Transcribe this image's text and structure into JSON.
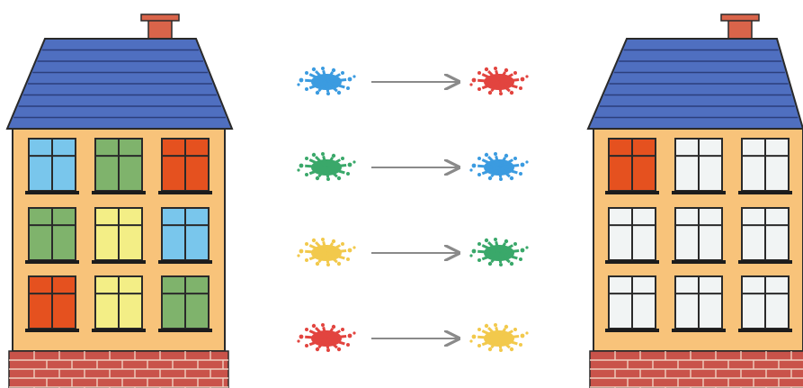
{
  "colors": {
    "roof": "#4f6fc0",
    "roof_line": "#2c3f7c",
    "wall": "#f8c37a",
    "chimney": "#d9644a",
    "brick": "#c9534a",
    "mortar": "#f0d0c0",
    "frame": "#2a2a2a",
    "sill": "#1c1c1c",
    "arrow": "#8a8a8a",
    "paint": {
      "blue": "#3b9be0",
      "green": "#3aa86a",
      "yellow": "#f2c94c",
      "red": "#e2443f",
      "orange": "#e5511f",
      "white": "#f4f6f6"
    },
    "window": {
      "blue": "#79c6ec",
      "green": "#7fb36c",
      "yellow": "#f3ee86",
      "red": "#e5511f",
      "white": "#f1f4f4"
    }
  },
  "left_house": {
    "windows": [
      [
        "blue",
        "green",
        "red"
      ],
      [
        "green",
        "yellow",
        "blue"
      ],
      [
        "red",
        "yellow",
        "green"
      ]
    ]
  },
  "right_house": {
    "windows": [
      [
        "red",
        "white",
        "white"
      ],
      [
        "white",
        "white",
        "white"
      ],
      [
        "white",
        "white",
        "white"
      ]
    ]
  },
  "color_rules": [
    {
      "from": "blue",
      "to": "red"
    },
    {
      "from": "green",
      "to": "blue"
    },
    {
      "from": "yellow",
      "to": "green"
    },
    {
      "from": "red",
      "to": "yellow"
    }
  ]
}
